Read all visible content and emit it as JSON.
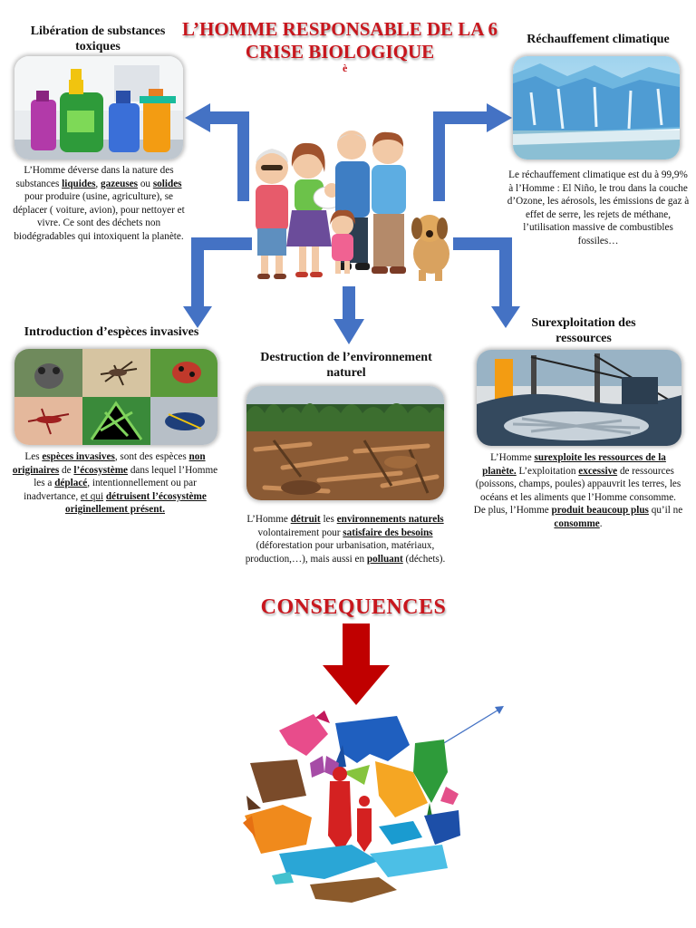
{
  "title": "L’HOMME RESPONSABLE DE LA 6  CRISE BIOLOGIQUE",
  "title_mark": "è",
  "sections": {
    "toxic": {
      "heading": "Libération de substances toxiques",
      "image_icon": "cleaning-products-photo",
      "text": [
        {
          "t": "L’Homme déverse dans la nature des substances "
        },
        {
          "t": "liquides",
          "s": "bu"
        },
        {
          "t": ", "
        },
        {
          "t": "gazeuses",
          "s": "bu"
        },
        {
          "t": " ou "
        },
        {
          "t": "solides",
          "s": "bu"
        },
        {
          "t": " pour produire (usine, agriculture), se déplacer ( voiture, avion), pour nettoyer et vivre. Ce sont des déchets non biodégradables qui intoxiquent la planète."
        }
      ]
    },
    "climate": {
      "heading": "Réchauffement climatique",
      "image_icon": "glacier-photo",
      "text": [
        {
          "t": "Le réchauffement climatique est du à 99,9% à l’Homme : El Niño, le trou dans la couche d’Ozone, les aérosols, les émissions de gaz à effet de serre, les rejets de méthane, l’utilisation massive de combustibles fossiles…"
        }
      ]
    },
    "invasive": {
      "heading": "Introduction d’espèces invasives",
      "image_icon": "invasive-species-collage",
      "text": [
        {
          "t": "Les "
        },
        {
          "t": "espèces invasives",
          "s": "bu"
        },
        {
          "t": ", sont des espèces "
        },
        {
          "t": "non originaires",
          "s": "bu"
        },
        {
          "t": " de "
        },
        {
          "t": "l’écosystème",
          "s": "bu"
        },
        {
          "t": " dans lequel l’Homme les a "
        },
        {
          "t": "déplacé",
          "s": "bu"
        },
        {
          "t": ", intentionnellement ou par inadvertance, "
        },
        {
          "t": "et qui",
          "s": "u"
        },
        {
          "t": " "
        },
        {
          "t": "détruisent l’écosystème originellement présent.",
          "s": "bu"
        }
      ]
    },
    "destruction": {
      "heading": "Destruction de l’environnement naturel",
      "image_icon": "deforestation-photo",
      "text": [
        {
          "t": "L’Homme "
        },
        {
          "t": "détruit",
          "s": "bu"
        },
        {
          "t": " les "
        },
        {
          "t": "environnements naturels",
          "s": "bu"
        },
        {
          "t": " volontairement pour "
        },
        {
          "t": "satisfaire des besoins",
          "s": "bu"
        },
        {
          "t": " (déforestation pour urbanisation, matériaux, production,…), mais aussi en "
        },
        {
          "t": "polluant",
          "s": "bu"
        },
        {
          "t": " (déchets)."
        }
      ]
    },
    "overexploit": {
      "heading": "Surexploitation des ressources",
      "image_icon": "fishing-net-photo",
      "text": [
        {
          "t": "L’Homme "
        },
        {
          "t": "surexploite les ressources de la planète.",
          "s": "bu"
        },
        {
          "t": " L’exploitation "
        },
        {
          "t": "excessive",
          "s": "bu"
        },
        {
          "t": " de ressources (poissons, champs, poules) appauvrit les terres, les océans et les aliments que l’Homme consomme."
        },
        {
          "br": true
        },
        {
          "t": "De plus, l’Homme "
        },
        {
          "t": "produit beaucoup plus",
          "s": "bu"
        },
        {
          "t": " qu’il ne "
        },
        {
          "t": "consomme",
          "s": "bu"
        },
        {
          "t": "."
        }
      ]
    }
  },
  "center_icon": "family-illustration",
  "consequences": "CONSEQUENCES",
  "bottom_icon": "origami-animals-biodiversity-circle",
  "colors": {
    "title_red": "#c8161d",
    "arrow_blue": "#4472c4",
    "arrow_red": "#c00000"
  }
}
